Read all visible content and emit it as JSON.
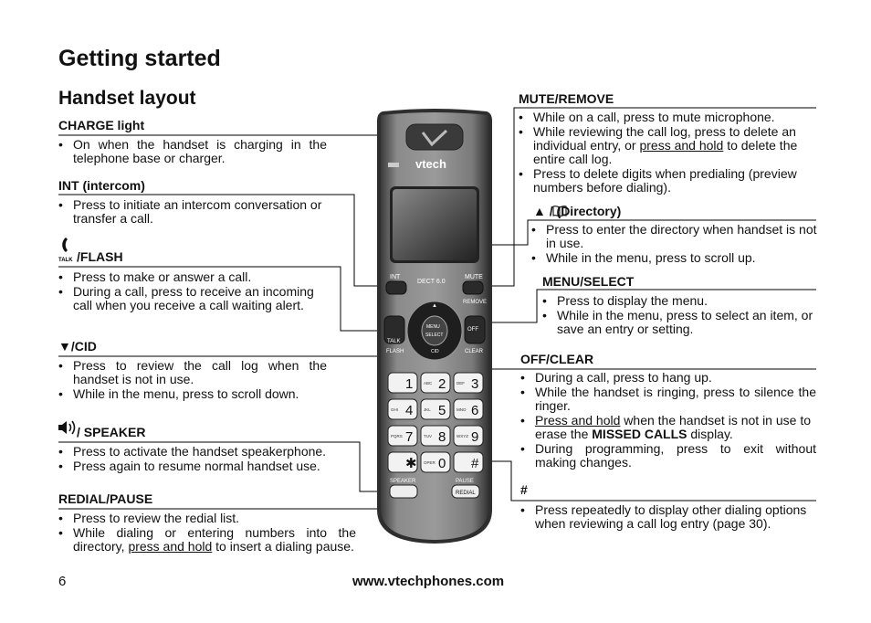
{
  "page": {
    "title": "Getting started",
    "subtitle": "Handset layout",
    "page_number": "6",
    "website": "www.vtechphones.com"
  },
  "left": {
    "charge": {
      "title": "CHARGE light",
      "items": [
        "On when the handset is charging in the telephone base or charger."
      ]
    },
    "int": {
      "title": "INT (intercom)",
      "items": [
        "Press to initiate an intercom conversation or transfer a call."
      ]
    },
    "talk": {
      "icon_label": "TALK",
      "title": "/FLASH",
      "items": [
        "Press to make or answer a call.",
        "During a call, press to receive an incoming call when you receive a call waiting alert."
      ]
    },
    "cid": {
      "title": "▼/CID",
      "items": [
        "Press to review the call log when the handset is not in use.",
        "While in the menu, press to scroll down."
      ]
    },
    "speaker": {
      "title": "/ SPEAKER",
      "items": [
        "Press to activate the handset speakerphone.",
        "Press again to resume normal handset use."
      ]
    },
    "redial": {
      "title": "REDIAL/PAUSE",
      "item1": "Press to review the redial list.",
      "item2_a": "While dialing or entering numbers into the directory, ",
      "item2_u": "press and hold",
      "item2_b": " to insert a dialing pause."
    }
  },
  "right": {
    "mute": {
      "title": "MUTE/REMOVE",
      "item1": "While on a call, press to mute microphone.",
      "item2_a": "While reviewing the call log, press to delete an individual entry, or ",
      "item2_u": "press and hold",
      "item2_b": " to delete the entire call log.",
      "item3": "Press to delete digits when predialing (preview numbers before dialing)."
    },
    "directory": {
      "title": "▲ /    (Directory)",
      "items": [
        "Press to enter the directory when handset is not in use.",
        "While in the menu, press to scroll up."
      ]
    },
    "menu": {
      "title": "MENU/SELECT",
      "items": [
        "Press to display the menu.",
        "While in the menu, press to select an item, or save an entry or setting."
      ]
    },
    "off": {
      "title": "OFF/CLEAR",
      "item1": "During a call, press to hang up.",
      "item2": "While the handset is ringing, press to silence the ringer.",
      "item3_u": "Press and hold",
      "item3_a": " when the handset is not in use to erase the ",
      "item3_bold": "MISSED CALLS",
      "item3_b": " display.",
      "item4": "During programming, press to exit without making changes."
    },
    "hash": {
      "title": "#",
      "items": [
        "Press repeatedly to display other dialing options when reviewing a call log entry (page 30)."
      ]
    }
  },
  "phone": {
    "brand": "vtech",
    "model": "DECT 6.0",
    "int": "INT",
    "mute": "MUTE",
    "remove": "REMOVE",
    "talk": "TALK",
    "flash": "FLASH",
    "off": "OFF",
    "clear": "CLEAR",
    "menu": "MENU",
    "select": "SELECT",
    "cid": "CID",
    "speaker": "SPEAKER",
    "pause": "PAUSE",
    "redial": "REDIAL",
    "keys": [
      {
        "num": "1",
        "letters": ""
      },
      {
        "num": "2",
        "letters": "ABC"
      },
      {
        "num": "3",
        "letters": "DEF"
      },
      {
        "num": "4",
        "letters": "GHI"
      },
      {
        "num": "5",
        "letters": "JKL"
      },
      {
        "num": "6",
        "letters": "MNO"
      },
      {
        "num": "7",
        "letters": "PQRS"
      },
      {
        "num": "8",
        "letters": "TUV"
      },
      {
        "num": "9",
        "letters": "WXYZ"
      },
      {
        "num": "✱",
        "letters": ""
      },
      {
        "num": "0",
        "letters": "OPER"
      },
      {
        "num": "#",
        "letters": ""
      }
    ]
  },
  "colors": {
    "text": "#111111",
    "phone_body": "#6b6b6b",
    "phone_dark": "#2a2a2a",
    "lines": "#000000"
  }
}
